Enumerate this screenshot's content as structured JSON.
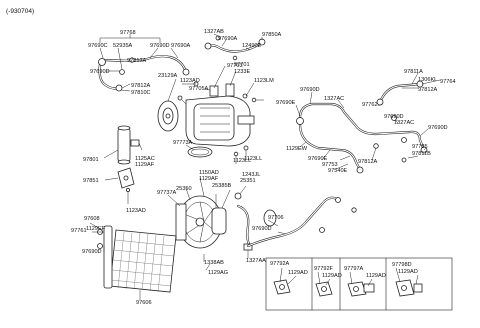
{
  "header_note": "(-930704)",
  "callouts": {
    "c97768": "97768",
    "c97690C": "97690C",
    "c52935A": "52935A",
    "c97690D": "97690D",
    "c97690A_top": "97690A",
    "c1327AB": "1327AB",
    "c97690A_mid": "97690A",
    "c97850A": "97850A",
    "c12490E": "12490E",
    "c97690D_left": "97690D",
    "c97812A_left": "97812A",
    "c97812A_left2": "97812A",
    "c97810C": "97810C",
    "c97703": "97703",
    "c97701": "97701",
    "c1233E": "1233E",
    "c1123LM": "1123LM",
    "c23129A": "23129A",
    "c1123AD": "1123AD",
    "c97705A": "97705A",
    "c97811A": "97811A",
    "c97764": "97764",
    "c1306KL": "1306KL",
    "c97812A_right": "97812A",
    "c97690D_right": "97690D",
    "c1327AC_right": "1327AC",
    "c97690E_right": "97690E",
    "c97762": "97762",
    "c97690D_right2": "97690D",
    "c1327AC_right2": "1327AC",
    "c97690D_right3": "97690D",
    "c97785": "97785",
    "c97811B": "97811B",
    "c1129EW": "1129EW",
    "c97690E_r4": "97690E",
    "c97753": "97753",
    "c97540E": "97540E",
    "c97812A_r5": "97812A",
    "c97801": "97801",
    "c1125AC": "1125AC",
    "c1129AF": "1129AF",
    "c97773A": "97773A",
    "c1123LL_a": "1123LL",
    "c1123LL_b": "1123LL",
    "c97851": "97851",
    "c1150AD": "1150AD",
    "c1129AF_b": "1129AF",
    "c25350": "25350",
    "c25385B": "25385B",
    "c25351": "25351",
    "c1243JL": "1243JL",
    "c97737A": "97737A",
    "c1123AD_b": "1123AD",
    "c97608": "97608",
    "c97761": "97761",
    "c1129EF": "1129EF",
    "c97690D_low": "97690D",
    "c97706": "97706",
    "c97690D_low2": "97690D",
    "c1338AB": "1338AB",
    "c1129AG": "1129AG",
    "c1327AA": "1327AA",
    "c97606": "97606"
  },
  "detail_boxes": [
    {
      "label_a": "97792A",
      "label_b": "1129AD"
    },
    {
      "label_a": "97792F",
      "label_b": "1129AD"
    },
    {
      "label_a": "97797A",
      "label_b": "1129AD"
    },
    {
      "label_a": "97798D",
      "label_b": "1129AD"
    }
  ]
}
